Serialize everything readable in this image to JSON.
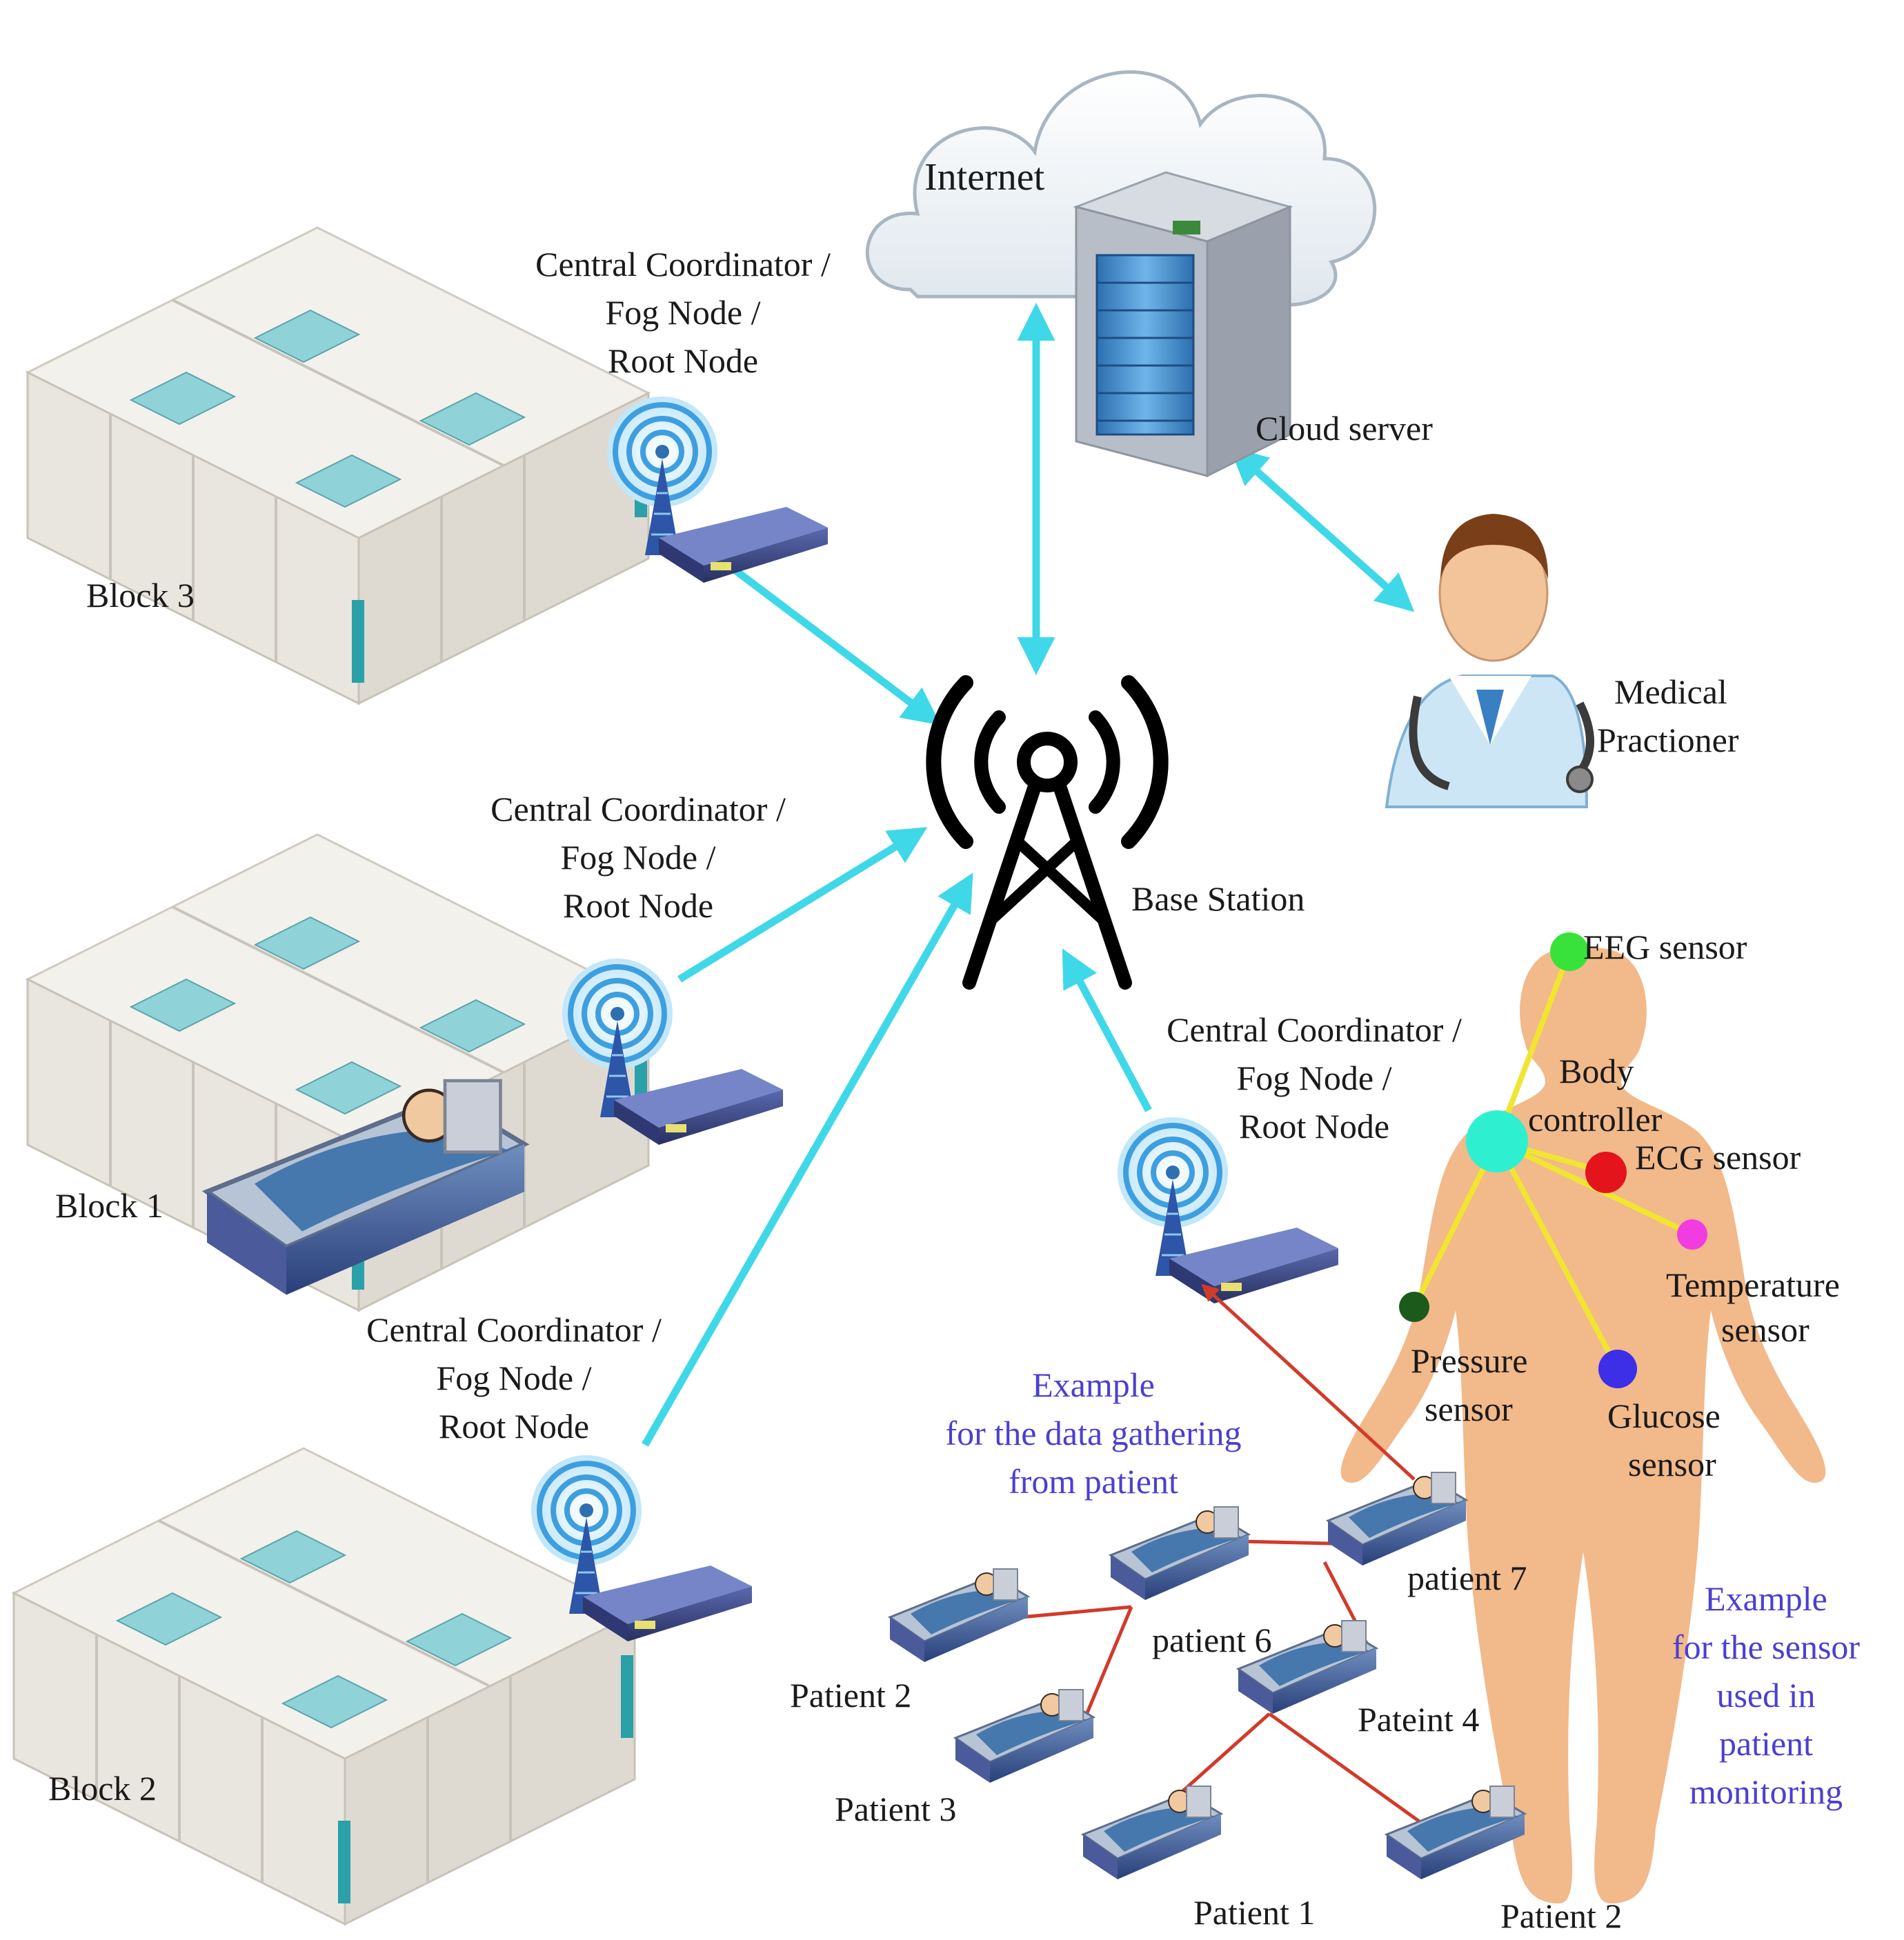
{
  "cloud": {
    "label": "Internet"
  },
  "server": {
    "label": "Cloud server"
  },
  "doctor": {
    "line1": "Medical",
    "line2": "Practioner"
  },
  "base_station": {
    "label": "Base Station"
  },
  "coordinator": {
    "line1": "Central Coordinator /",
    "line2": "Fog Node /",
    "line3": "Root Node"
  },
  "blocks": {
    "block3": "Block 3",
    "block1": "Block 1",
    "block2": "Block 2"
  },
  "body": {
    "eeg": "EEG sensor",
    "controller_line1": "Body",
    "controller_line2": "controller",
    "ecg": "ECG sensor",
    "temp_line1": "Temperature",
    "temp_line2": "sensor",
    "pressure_line1": "Pressure",
    "pressure_line2": "sensor",
    "glucose_line1": "Glucose",
    "glucose_line2": "sensor"
  },
  "example_gathering": {
    "line1": "Example",
    "line2": "for the data gathering",
    "line3": "from patient"
  },
  "example_sensor": {
    "line1": "Example",
    "line2": "for the sensor",
    "line3": "used in",
    "line4": "patient",
    "line5": "monitoring"
  },
  "patients": {
    "p7": "patient 7",
    "p6": "patient 6",
    "p2a": "Patient 2",
    "p4": "Pateint 4",
    "p3": "Patient 3",
    "p1": "Patient 1",
    "p2b": "Patient 2"
  },
  "colors": {
    "link": "#3fd8e8",
    "patient_link": "#d23a2a",
    "body": "#f2b98a",
    "sensor_line": "#f1e531",
    "eeg": "#39e23a",
    "controller": "#2ef0d0",
    "ecg": "#e4141c",
    "temperature": "#f03ce0",
    "pressure": "#1c5a1c",
    "glucose": "#3d2ee8"
  }
}
